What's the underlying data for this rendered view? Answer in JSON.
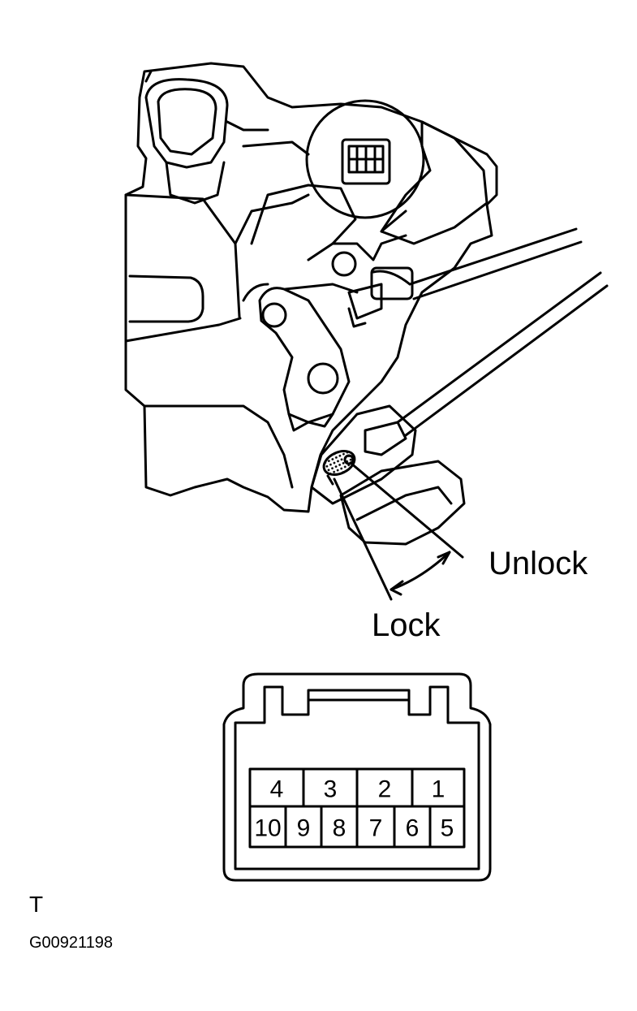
{
  "labels": {
    "unlock": "Unlock",
    "lock": "Lock",
    "side": "T",
    "figure_id": "G00921198"
  },
  "connector": {
    "top_row": [
      "4",
      "3",
      "2",
      "1"
    ],
    "bottom_row": [
      "10",
      "9",
      "8",
      "7",
      "6",
      "5"
    ]
  },
  "colors": {
    "line": "#000000",
    "background": "#ffffff"
  }
}
